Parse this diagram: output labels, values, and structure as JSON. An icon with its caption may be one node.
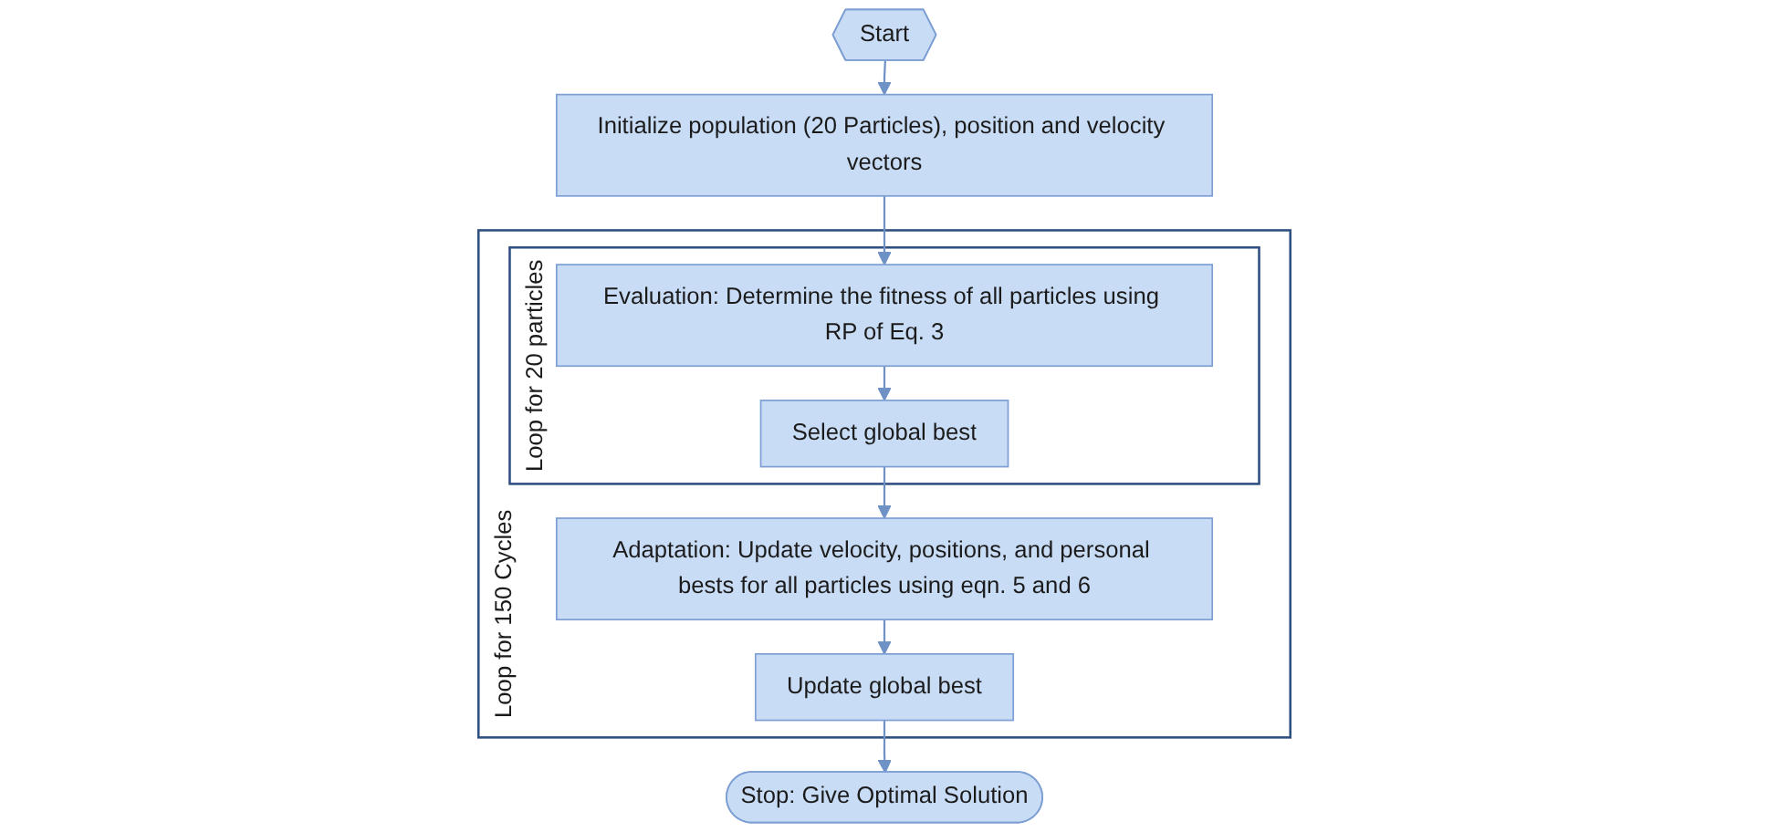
{
  "diagram": {
    "nodes": [
      {
        "text": [
          "Start"
        ]
      },
      {
        "text": [
          "Initialize population (20 Particles), position and velocity vectors"
        ]
      },
      {
        "text": [
          "Loop for 150 Cycles"
        ]
      },
      {
        "text": [
          "Loop for 20 particles"
        ],
        "in": 2
      },
      {
        "text": [
          "Evaluation: Determine the fitness of all particles using RP of Eq. 3"
        ],
        "in": 3
      },
      {
        "text": [
          "Select global best"
        ],
        "in": 3
      },
      {
        "text": [
          "Adaptation: Update velocity, positions, and personal bests for all particles using eqn. 5 and 6"
        ],
        "in": 2
      },
      {
        "text": [
          "Update global best"
        ],
        "in": 2
      },
      {
        "text": [
          "Stop: Give Optimal Solution"
        ]
      }
    ],
    "edges": [
      {
        "from": 0,
        "to": 1,
        "arrow": "to"
      },
      {
        "from": 1,
        "to": 4,
        "arrow": "to"
      },
      {
        "from": 4,
        "to": 5,
        "arrow": "to"
      },
      {
        "from": 5,
        "to": 6,
        "arrow": "to"
      },
      {
        "from": 6,
        "to": 7,
        "arrow": "to"
      },
      {
        "from": 7,
        "to": 8,
        "arrow": "to"
      }
    ]
  }
}
